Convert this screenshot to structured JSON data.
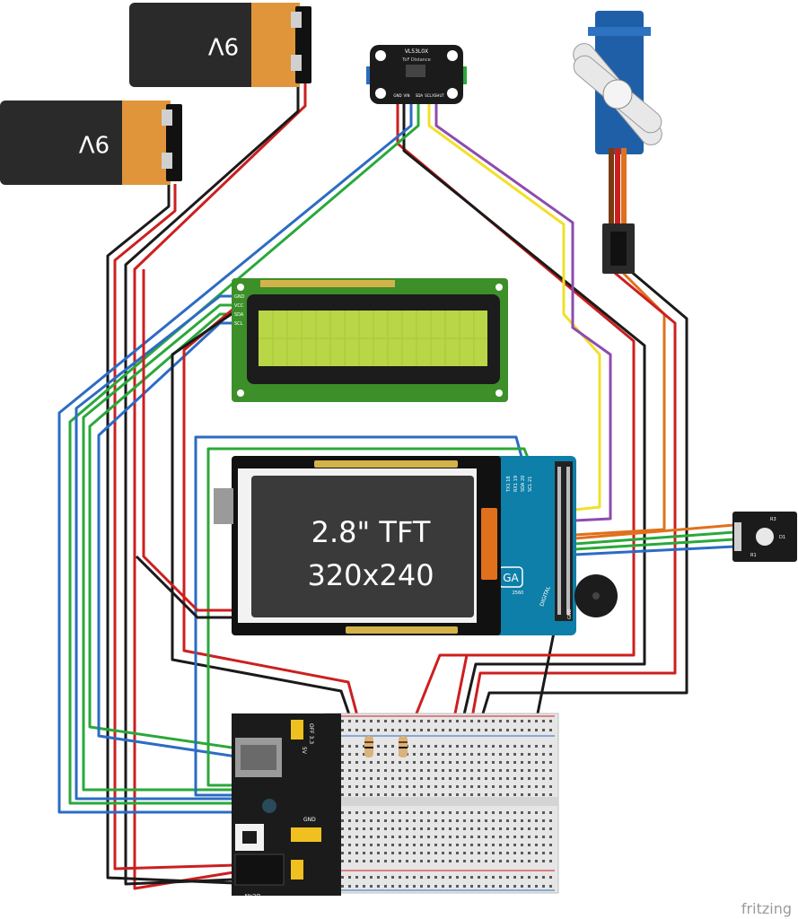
{
  "batteries": [
    {
      "label": "9V"
    },
    {
      "label": "9V"
    }
  ],
  "sensor": {
    "title": "VL53L0X",
    "subtitle": "ToF Distance",
    "pins": [
      "GND",
      "VIN",
      "SDA",
      "SCL",
      "XSHUT"
    ]
  },
  "lcd": {
    "pins": [
      "GND",
      "VCC",
      "SDA",
      "SCL"
    ]
  },
  "tft": {
    "line1": "2.8\" TFT",
    "line2": "320x240"
  },
  "arduino": {
    "logo": "GA",
    "model": "2560",
    "digital_label": "DIGITAL",
    "pin_labels": [
      "TX1 18",
      "RX1 19",
      "SDA 20",
      "SCL 21"
    ],
    "gnd_label": "GND"
  },
  "power_module": {
    "label_off_3v3": "OFF 3.3",
    "label_5v": "5V",
    "label_gnd": "GND",
    "label_dc": "DC-IN"
  },
  "ir_module": {
    "labels": [
      "R3",
      "R1",
      "D1"
    ]
  },
  "watermark": "fritzing",
  "colors": {
    "red": "#cc1f1f",
    "black": "#1a1a1a",
    "blue": "#2b6cc4",
    "green": "#2aa83a",
    "yellow": "#f1e02a",
    "purple": "#8e4bb0",
    "orange": "#e0701c",
    "pcb_green": "#3d8f2a",
    "lcd_screen": "#b8d645",
    "arduino_blue": "#0e7fa8",
    "tft_gray": "#3a3a3a"
  }
}
